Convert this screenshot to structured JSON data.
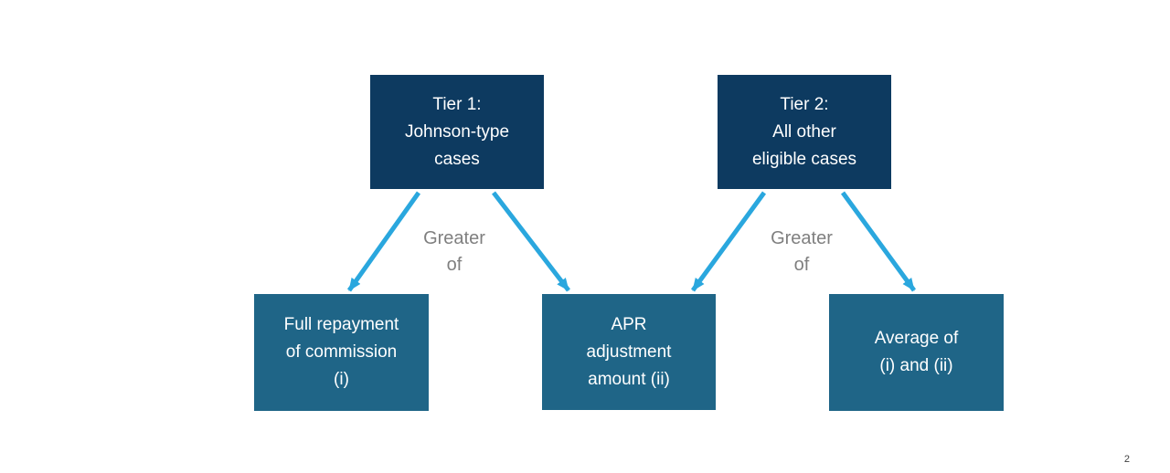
{
  "colors": {
    "navy_box": "#0d3a60",
    "teal_box": "#1f6587",
    "arrow_blue": "#2aa7de",
    "label_gray": "#7f7f7f",
    "page_number_gray": "#404040"
  },
  "diagram": {
    "top_boxes": [
      {
        "id": "tier1",
        "lines": [
          "Tier 1:",
          "Johnson-type",
          "cases"
        ]
      },
      {
        "id": "tier2",
        "lines": [
          "Tier 2:",
          "All other",
          "eligible cases"
        ]
      }
    ],
    "bottom_boxes": [
      {
        "id": "full-repayment",
        "lines": [
          "Full repayment",
          "of commission",
          "(i)"
        ]
      },
      {
        "id": "apr-adjustment",
        "lines": [
          "APR",
          "adjustment",
          "amount (ii)"
        ]
      },
      {
        "id": "average",
        "lines": [
          "Average of",
          "(i) and (ii)"
        ]
      }
    ],
    "edge_labels": [
      {
        "lines": [
          "Greater",
          "of"
        ]
      },
      {
        "lines": [
          "Greater",
          "of"
        ]
      }
    ],
    "edges": [
      {
        "from": "tier1",
        "to": "full-repayment"
      },
      {
        "from": "tier1",
        "to": "apr-adjustment"
      },
      {
        "from": "tier2",
        "to": "apr-adjustment"
      },
      {
        "from": "tier2",
        "to": "average"
      }
    ]
  },
  "footer": {
    "page_number": "2"
  }
}
